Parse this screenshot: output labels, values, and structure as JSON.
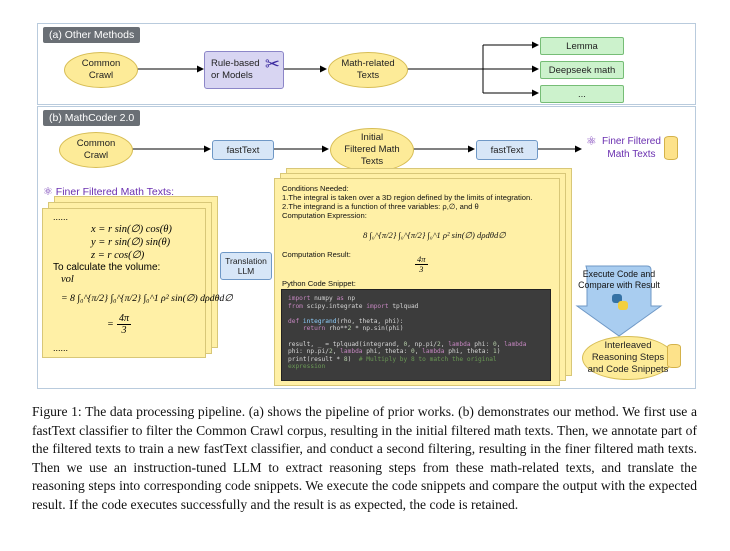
{
  "panel_a": {
    "tag": "(a) Other Methods",
    "common_crawl": [
      "Common",
      "Crawl"
    ],
    "rule_based": [
      "Rule-based",
      "or Models"
    ],
    "math_related": [
      "Math-related",
      "Texts"
    ],
    "outputs": [
      "Lemma",
      "Deepseek math",
      "..."
    ]
  },
  "panel_b": {
    "tag": "(b) MathCoder 2.0",
    "common_crawl": [
      "Common",
      "Crawl"
    ],
    "fasttext_1": "fastText",
    "initial_filtered": [
      "Initial",
      "Filtered Math",
      "Texts"
    ],
    "fasttext_2": "fastText",
    "finer_filtered": [
      "Finer Filtered",
      "Math Texts"
    ],
    "left_doc_title": "Finer Filtered Math Texts:",
    "left_doc": {
      "dots_top": "......",
      "eq1": "x = r sin(∅) cos(θ)",
      "eq2": "y = r sin(∅) sin(θ)",
      "eq3": "z = r cos(∅)",
      "calc_line": "To calculate the volume:",
      "vol": "vol",
      "integral": "= 8 ∫₀^{π/2} ∫₀^{π/2} ∫₀^1 ρ² sin(∅) dρdθd∅",
      "result_num": "4π",
      "result_den": "3",
      "dots_bottom": "......"
    },
    "translation": [
      "Translation",
      "LLM"
    ],
    "right_doc": {
      "conditions_title": "Conditions Needed:",
      "cond1": "1.The integral is taken over a 3D region defined by the limits of integration.",
      "cond2": "2.The integrand is a function of three variables: ρ,∅, and θ",
      "expr_title": "Computation Expression:",
      "expr": "8 ∫₀^{π/2} ∫₀^{π/2} ∫₀^1 ρ² sin(∅) dρdθd∅",
      "result_title": "Computation Result:",
      "result_num": "4π",
      "result_den": "3",
      "snippet_title": "Python Code Snippet:",
      "code": [
        "import numpy as np",
        "from scipy.integrate import tplquad",
        "",
        "def integrand(rho, theta, phi):",
        "    return rho**2 * np.sin(phi)",
        "",
        "result, _ = tplquad(integrand, 0, np.pi/2, lambda phi: 0, lambda",
        "phi: np.pi/2, lambda phi, theta: 0, lambda phi, theta: 1)",
        "print(result * 8)  # Multiply by 8 to match the original",
        "expression"
      ]
    },
    "execute": [
      "Execute Code and",
      "Compare with Result"
    ],
    "interleaved": [
      "Interleaved",
      "Reasoning Steps",
      "and Code Snippets"
    ]
  },
  "caption": "Figure 1: The data processing pipeline. (a) shows the pipeline of prior works. (b) demonstrates our method. We first use a fastText classifier to filter the Common Crawl corpus, resulting in the initial filtered math texts. Then, we annotate part of the filtered texts to train a new fastText classifier, and conduct a second filtering, resulting in the finer filtered math texts. Then we use an instruction-tuned LLM to extract reasoning steps from these math-related texts, and translate the reasoning steps into corresponding code snippets. We execute the code snippets and compare the output with the expected result. If the code executes successfully and the result is as expected, the code is retained.",
  "colors": {
    "yellow": "#fdeb98",
    "blue_box": "#d7e6f7",
    "purple_box": "#d8d5f2",
    "green_box": "#ccf2cc",
    "panel_border": "#b9cbdd",
    "code_bg": "#3c3c3c"
  },
  "icons": [
    "tools-icon",
    "atom-icon",
    "database-icon",
    "python-icon"
  ]
}
